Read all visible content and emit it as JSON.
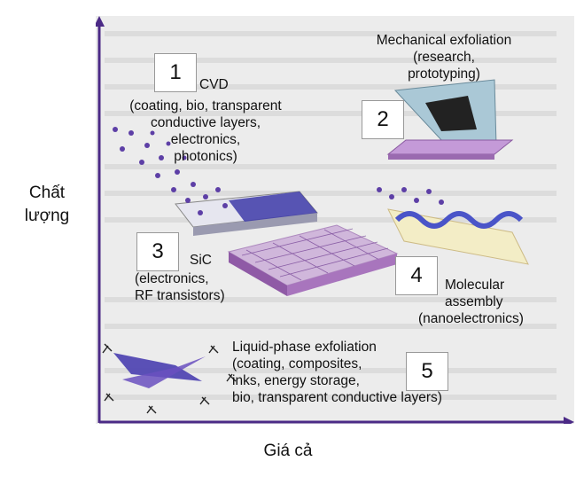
{
  "axes": {
    "y_label_line1": "Chất",
    "y_label_line2": "lượng",
    "x_label": "Giá cả"
  },
  "methods": [
    {
      "number": "1",
      "title": "CVD",
      "lines": [
        "(coating, bio, transparent",
        "conductive layers,",
        "electronics,",
        "photonics)"
      ]
    },
    {
      "number": "2",
      "title": "Mechanical exfoliation",
      "lines": [
        "(research,",
        "prototyping)"
      ]
    },
    {
      "number": "3",
      "title": "SiC",
      "lines": [
        "(electronics,",
        "RF transistors)"
      ]
    },
    {
      "number": "4",
      "title": "Molecular",
      "lines": [
        "assembly",
        "(nanoelectronics)"
      ]
    },
    {
      "number": "5",
      "title": "Liquid-phase exfoliation",
      "lines": [
        "(coating, composites,",
        "inks, energy storage,",
        "bio, transparent conductive layers)"
      ]
    }
  ],
  "colors": {
    "axis": "#4b2a86",
    "film": "#3d3aa8",
    "lattice": "#b56ac6",
    "substrate": "#cdbb86"
  }
}
